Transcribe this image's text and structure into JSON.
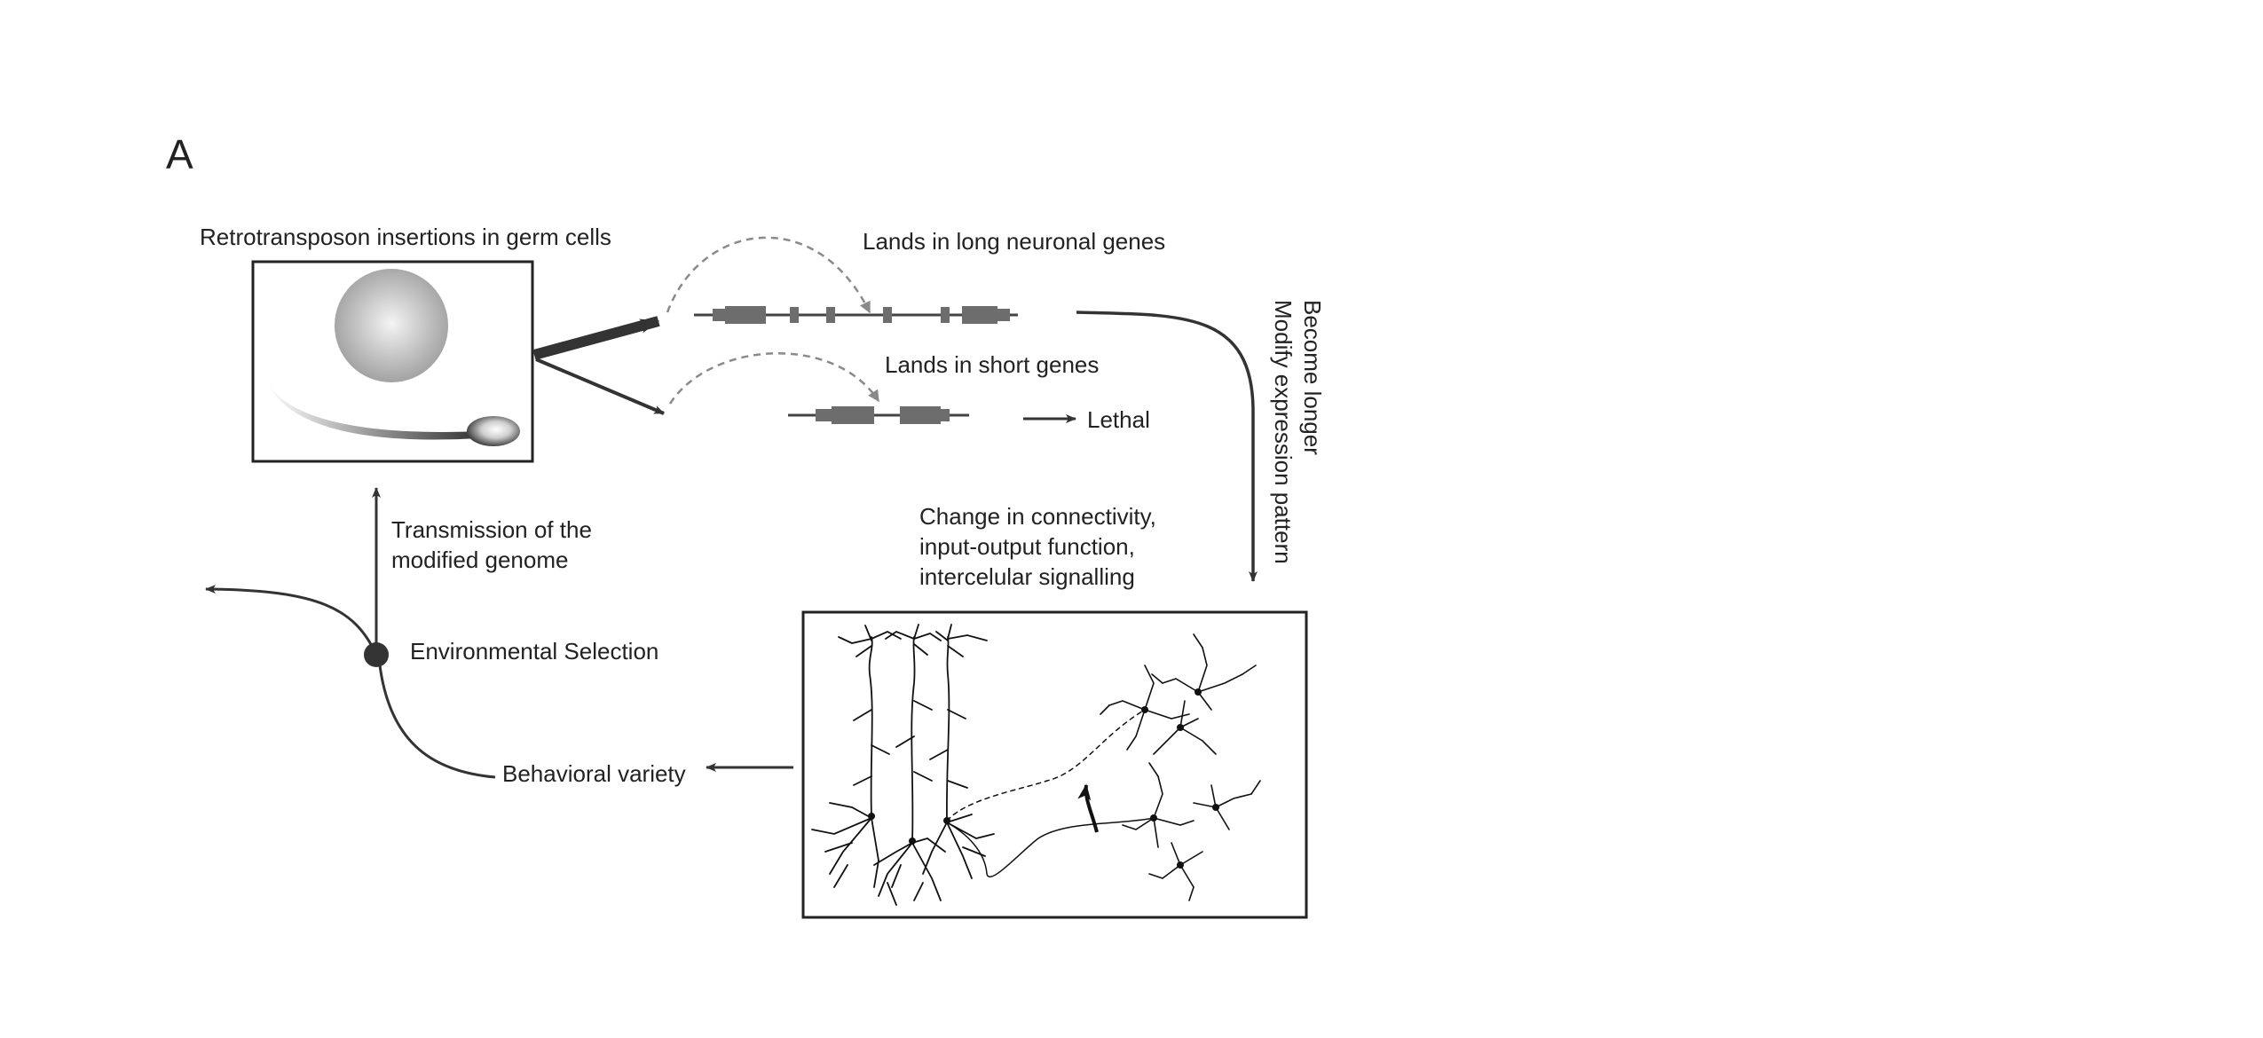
{
  "figure": {
    "panel_label": "A",
    "germ_cells_label": "Retrotransposon insertions in germ cells",
    "long_genes_label": "Lands in long  neuronal genes",
    "short_genes_label": "Lands in short genes",
    "lethal_label": "Lethal",
    "longer_label_1": "Become longer",
    "longer_label_2": "Modify expression pattern",
    "change_label_1": "Change in connectivity,",
    "change_label_2": "input-output function,",
    "change_label_3": "intercelular signalling",
    "transmission_label_1": "Transmission of the",
    "transmission_label_2": "modified genome",
    "selection_label": "Environmental Selection",
    "behavior_label": "Behavioral variety"
  },
  "colors": {
    "line": "#333333",
    "gene": "#6d6d6d",
    "dashed": "#8a8a8a",
    "neuron": "#111111"
  }
}
